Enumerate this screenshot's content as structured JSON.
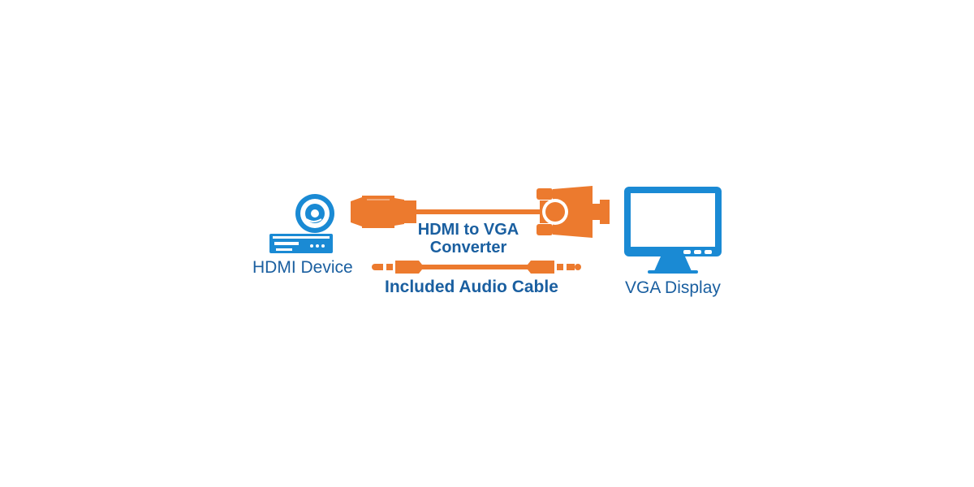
{
  "colors": {
    "blue": "#1a8ad4",
    "dark_blue": "#1a5fa0",
    "orange": "#ec7a2e",
    "white": "#ffffff"
  },
  "icons": {
    "source": "media-player-icon",
    "display": "monitor-icon",
    "converter_cable": "hdmi-to-vga-cable-icon",
    "audio_cable": "audio-cable-icon"
  },
  "diagram": {
    "source_label": "HDMI Device",
    "converter_label_line1": "HDMI to VGA",
    "converter_label_line2": "Converter",
    "audio_label": "Included Audio Cable",
    "display_label": "VGA Display"
  }
}
